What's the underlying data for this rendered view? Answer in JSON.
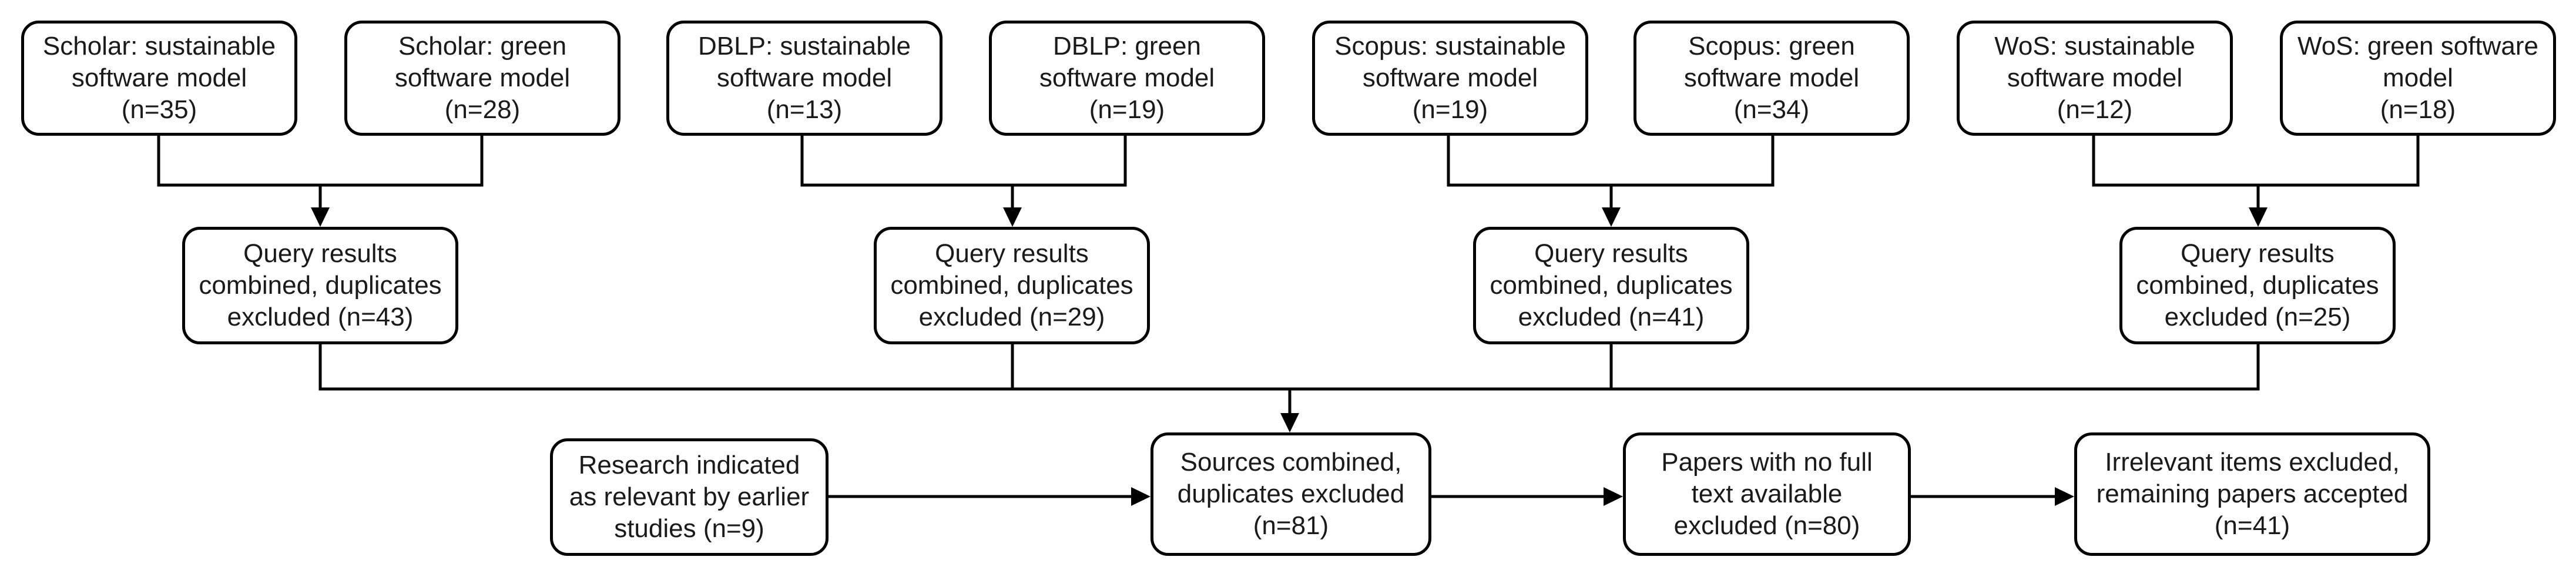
{
  "sources": [
    {
      "queries": [
        {
          "label": "Scholar: sustainable\nsoftware model\n(n=35)"
        },
        {
          "label": "Scholar: green\nsoftware model\n(n=28)"
        }
      ],
      "combined": {
        "label": "Query results\ncombined, duplicates\nexcluded (n=43)"
      }
    },
    {
      "queries": [
        {
          "label": "DBLP: sustainable\nsoftware model\n(n=13)"
        },
        {
          "label": "DBLP: green\nsoftware model\n(n=19)"
        }
      ],
      "combined": {
        "label": "Query results\ncombined, duplicates\nexcluded (n=29)"
      }
    },
    {
      "queries": [
        {
          "label": "Scopus: sustainable\nsoftware model\n(n=19)"
        },
        {
          "label": "Scopus: green\nsoftware model\n(n=34)"
        }
      ],
      "combined": {
        "label": "Query results\ncombined, duplicates\nexcluded (n=41)"
      }
    },
    {
      "queries": [
        {
          "label": "WoS: sustainable\nsoftware model\n(n=12)"
        },
        {
          "label": "WoS: green software\nmodel\n(n=18)"
        }
      ],
      "combined": {
        "label": "Query results\ncombined, duplicates\nexcluded (n=25)"
      }
    }
  ],
  "pipeline": {
    "earlier_studies": {
      "label": "Research indicated\nas relevant by earlier\nstudies (n=9)"
    },
    "sources_combined": {
      "label": "Sources combined,\nduplicates excluded\n(n=81)"
    },
    "no_full_text": {
      "label": "Papers with no full\ntext available\nexcluded (n=80)"
    },
    "accepted": {
      "label": "Irrelevant items excluded,\nremaining papers accepted\n(n=41)"
    }
  }
}
